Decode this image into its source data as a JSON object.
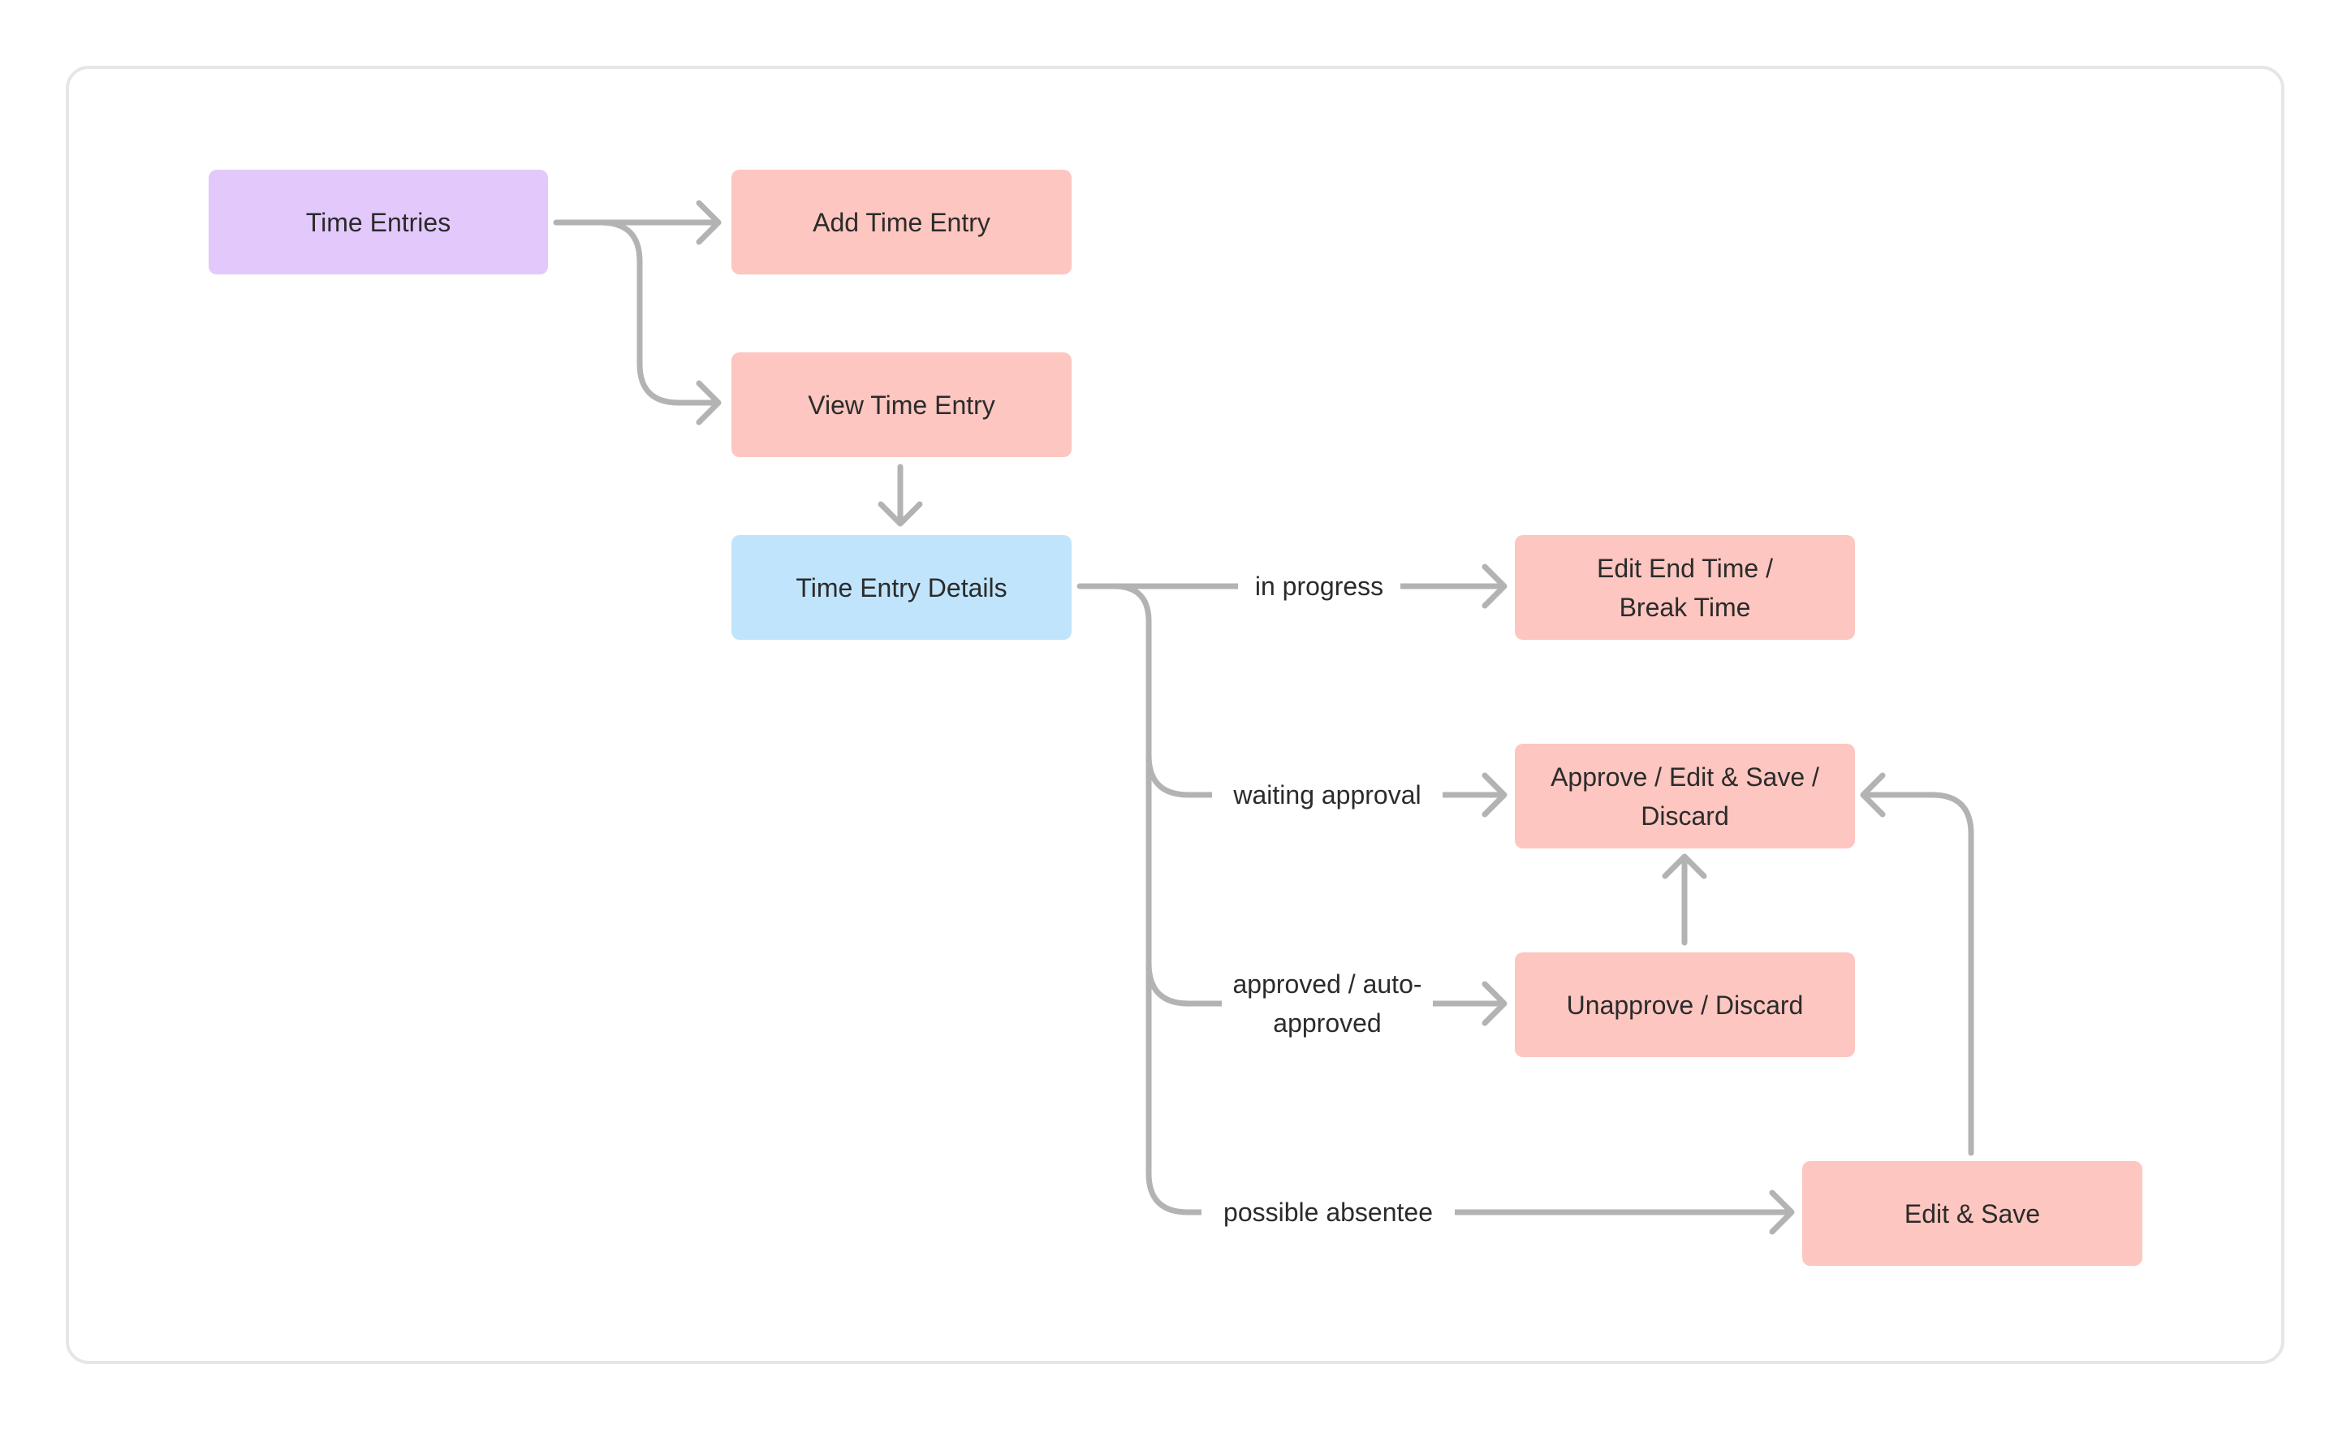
{
  "nodes": {
    "time_entries": "Time Entries",
    "add_time_entry": "Add Time Entry",
    "view_time_entry": "View Time Entry",
    "time_entry_details": "Time Entry Details",
    "edit_end_time": "Edit End Time / Break Time",
    "approve_edit_discard": "Approve / Edit & Save / Discard",
    "unapprove_discard": "Unapprove / Discard",
    "edit_save": "Edit & Save"
  },
  "edge_labels": {
    "in_progress": "in progress",
    "waiting_approval": "waiting approval",
    "approved": "approved / auto-approved",
    "possible_absentee": "possible absentee"
  },
  "colors": {
    "start_node": "#e3c9fb",
    "action_node": "#fdc6c0",
    "detail_node": "#c0e4fb",
    "connector": "#b3b3b3",
    "frame_border": "#e6e6e6"
  }
}
